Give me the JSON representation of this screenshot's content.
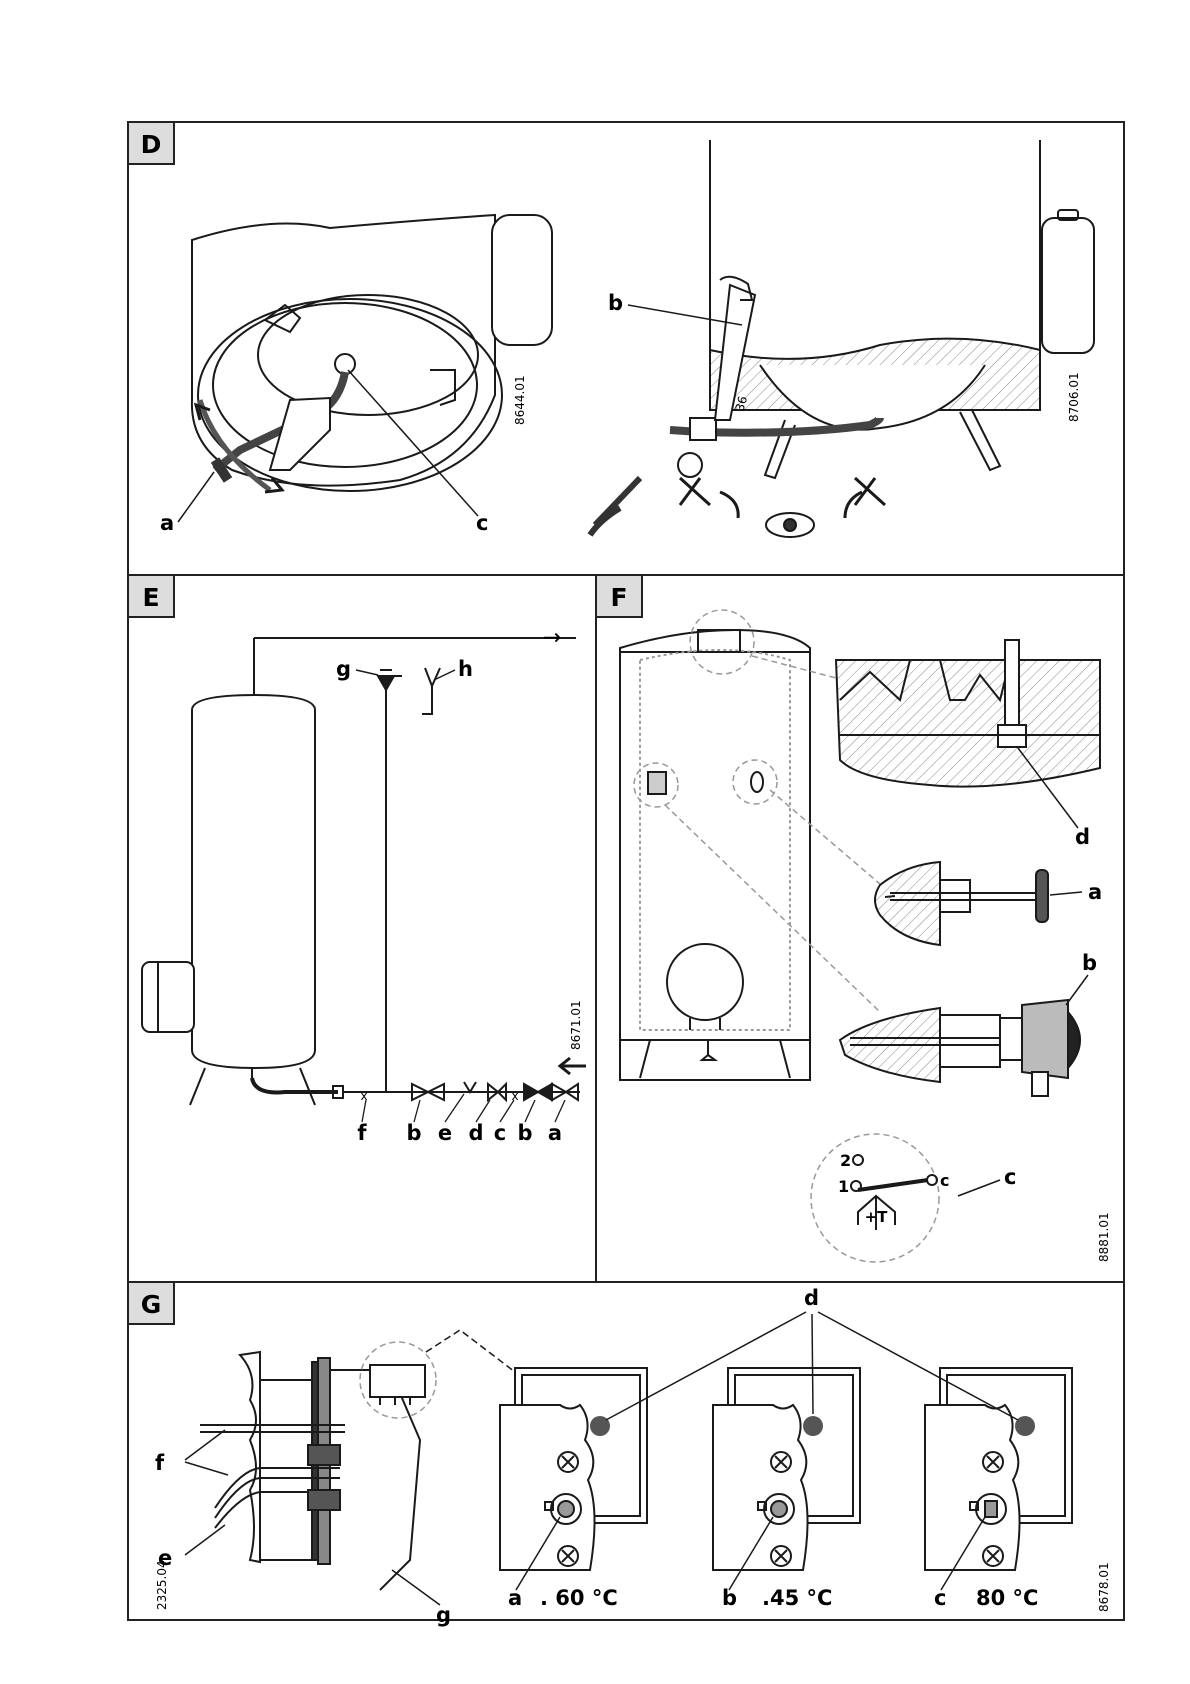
{
  "panels": {
    "D": {
      "title": "D",
      "codes": [
        "8644.01",
        "8706.01"
      ],
      "labels": {
        "a": "a",
        "b": "b",
        "c": "c"
      },
      "wrench_size": "36"
    },
    "E": {
      "title": "E",
      "code": "8671.01",
      "labels": {
        "g": "g",
        "h": "h"
      },
      "row_labels": [
        "f",
        "b",
        "e",
        "d",
        "c",
        "b",
        "a"
      ],
      "flow_arrow": "→"
    },
    "F": {
      "title": "F",
      "code": "8881.01",
      "labels": {
        "a": "a",
        "b": "b",
        "c": "c",
        "d": "d"
      },
      "switch": {
        "pos2": "2",
        "pos1": "1",
        "common": "c",
        "symbol": "+T"
      }
    },
    "G": {
      "title": "G",
      "codes": [
        "2325.04",
        "8678.01"
      ],
      "labels": {
        "d": "d",
        "e": "e",
        "f": "f",
        "g": "g"
      },
      "knobs": [
        {
          "label": "a",
          "temp": ". 60 °C"
        },
        {
          "label": "b",
          "temp": ".45 °C"
        },
        {
          "label": "c",
          "temp": "80 °C"
        }
      ]
    }
  },
  "colors": {
    "line": "#1a1a1a",
    "dot": "#555555",
    "hatch": "#888888",
    "dashed": "#999999"
  }
}
